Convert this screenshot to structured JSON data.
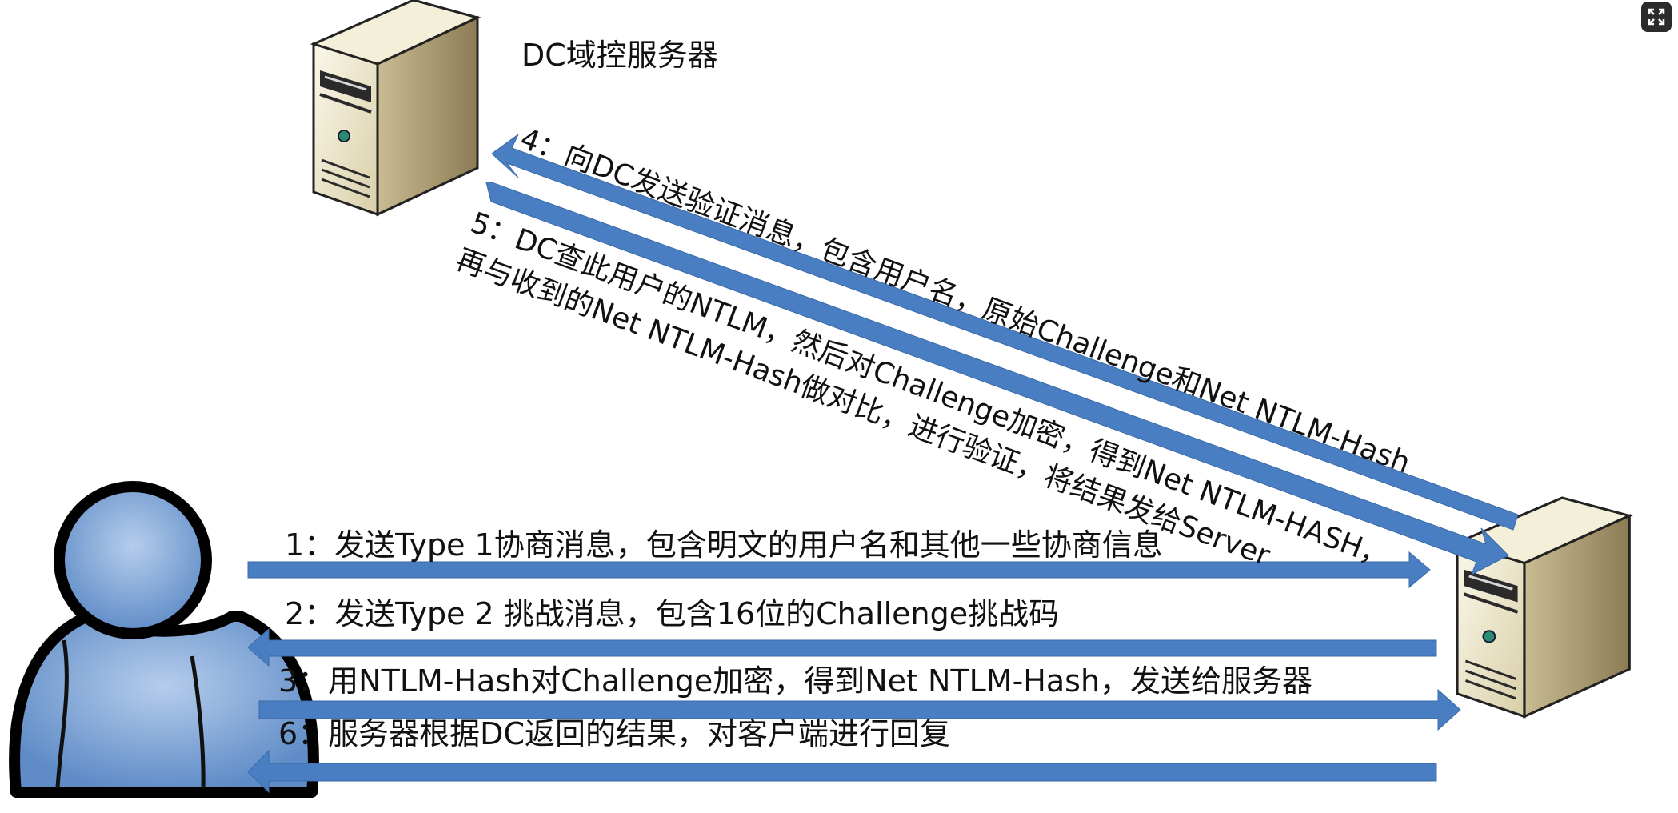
{
  "diagram": {
    "dc_label": "DC域控服务器",
    "steps": {
      "s1": "1：发送Type 1协商消息，包含明文的用户名和其他一些协商信息",
      "s2": "2：发送Type 2 挑战消息，包含16位的Challenge挑战码",
      "s3": "3：用NTLM-Hash对Challenge加密，得到Net NTLM-Hash，发送给服务器",
      "s4": "4：向DC发送验证消息，包含用户名，原始Challenge和Net NTLM-Hash",
      "s5_line1": "5：DC查此用户的NTLM，然后对Challenge加密，得到Net NTLM-HASH，",
      "s5_line2": "再与收到的Net NTLM-Hash做对比，进行验证，将结果发给Server",
      "s6": "6：服务器根据DC返回的结果，对客户端进行回复"
    }
  },
  "colors": {
    "arrow": "#4a7ec2",
    "arrow_edge": "#3a6aa8",
    "person_fill": "#7da3d6",
    "person_outline": "#000000",
    "server_front": "#e9e3c8",
    "server_side": "#b8a980"
  },
  "icons": {
    "expand": "expand-icon",
    "user": "user-icon",
    "dc_server": "server-icon",
    "app_server": "server-icon"
  }
}
